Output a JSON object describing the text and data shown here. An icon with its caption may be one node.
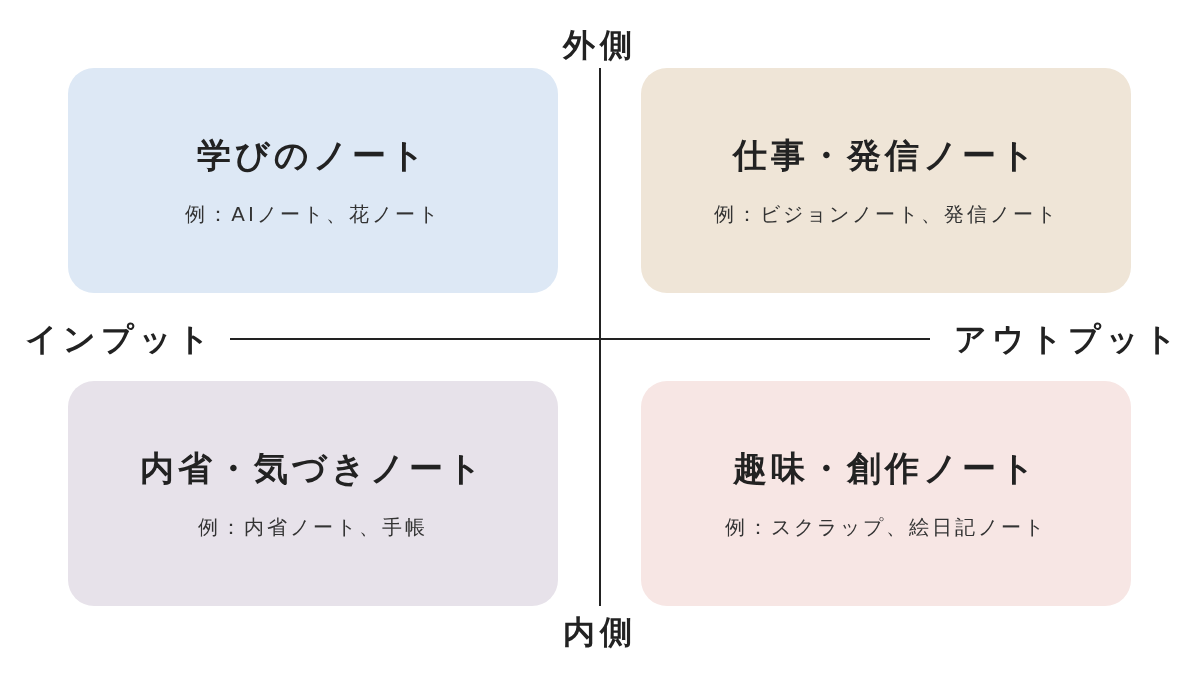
{
  "diagram": {
    "nodes": [
      {
        "text": [
          "学びのノート",
          "例：AIノート、花ノート"
        ]
      },
      {
        "text": [
          "仕事・発信ノート",
          "例：ビジョンノート、発信ノート"
        ]
      },
      {
        "text": [
          "内省・気づきノート",
          "例：内省ノート、手帳"
        ]
      },
      {
        "text": [
          "趣味・創作ノート",
          "例：スクラップ、絵日記ノート"
        ]
      }
    ],
    "labels": [
      "外側",
      "インプット",
      "アウトプット",
      "内側"
    ]
  }
}
